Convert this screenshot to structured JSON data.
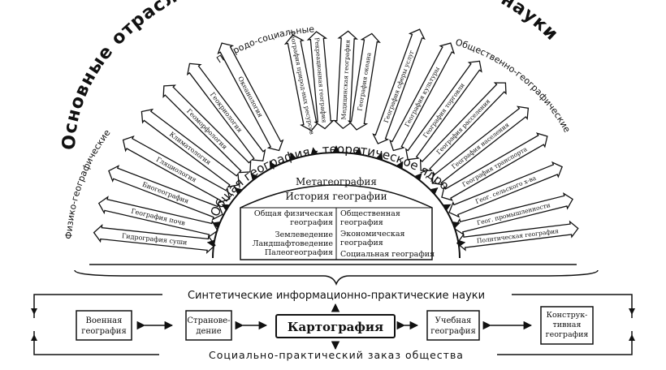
{
  "title": "Основные отраслевые объектные (поисковые) науки",
  "group_labels": {
    "physical": "Физико-географические",
    "nature_social": "Природо-социальные",
    "social": "Общественно-географические"
  },
  "left_sciences": [
    "Гидрография суши",
    "География почв",
    "Биогеография",
    "Гляциология",
    "Климатология",
    "Геоморфология",
    "Геокриология",
    "Океанология"
  ],
  "middle_sciences": [
    "География природ-ных ресурсов",
    "Рекреационная география",
    "Медицинская география",
    "География океана"
  ],
  "right_sciences": [
    "Политическая география",
    "Геог. промышленности",
    "Геог. сельского х-ва",
    "География транспорта",
    "География населения",
    "География расселения",
    "География торговли",
    "География культуры",
    "География сферы услуг"
  ],
  "core": {
    "label": "Общая география - теоретическое ядро",
    "meta": "Метагеография",
    "history": "История географии",
    "left_lines": [
      "Общая физическая",
      "география",
      "Землеведение",
      "Ландшафтоведение",
      "Палеогеография"
    ],
    "right_lines": [
      "Общественная",
      "география",
      "Экономическая",
      "география",
      "Социальная география"
    ]
  },
  "synthetic_label": "Синтетические информационно-практические науки",
  "applied": {
    "military": [
      "Военная",
      "география"
    ],
    "country": [
      "Странове-",
      "дение"
    ],
    "cartography": "Картография",
    "educational": [
      "Учебная",
      "география"
    ],
    "constructive": [
      "Конструк-",
      "тивная",
      "география"
    ]
  },
  "bottom_label": "Социально-практический заказ общества"
}
